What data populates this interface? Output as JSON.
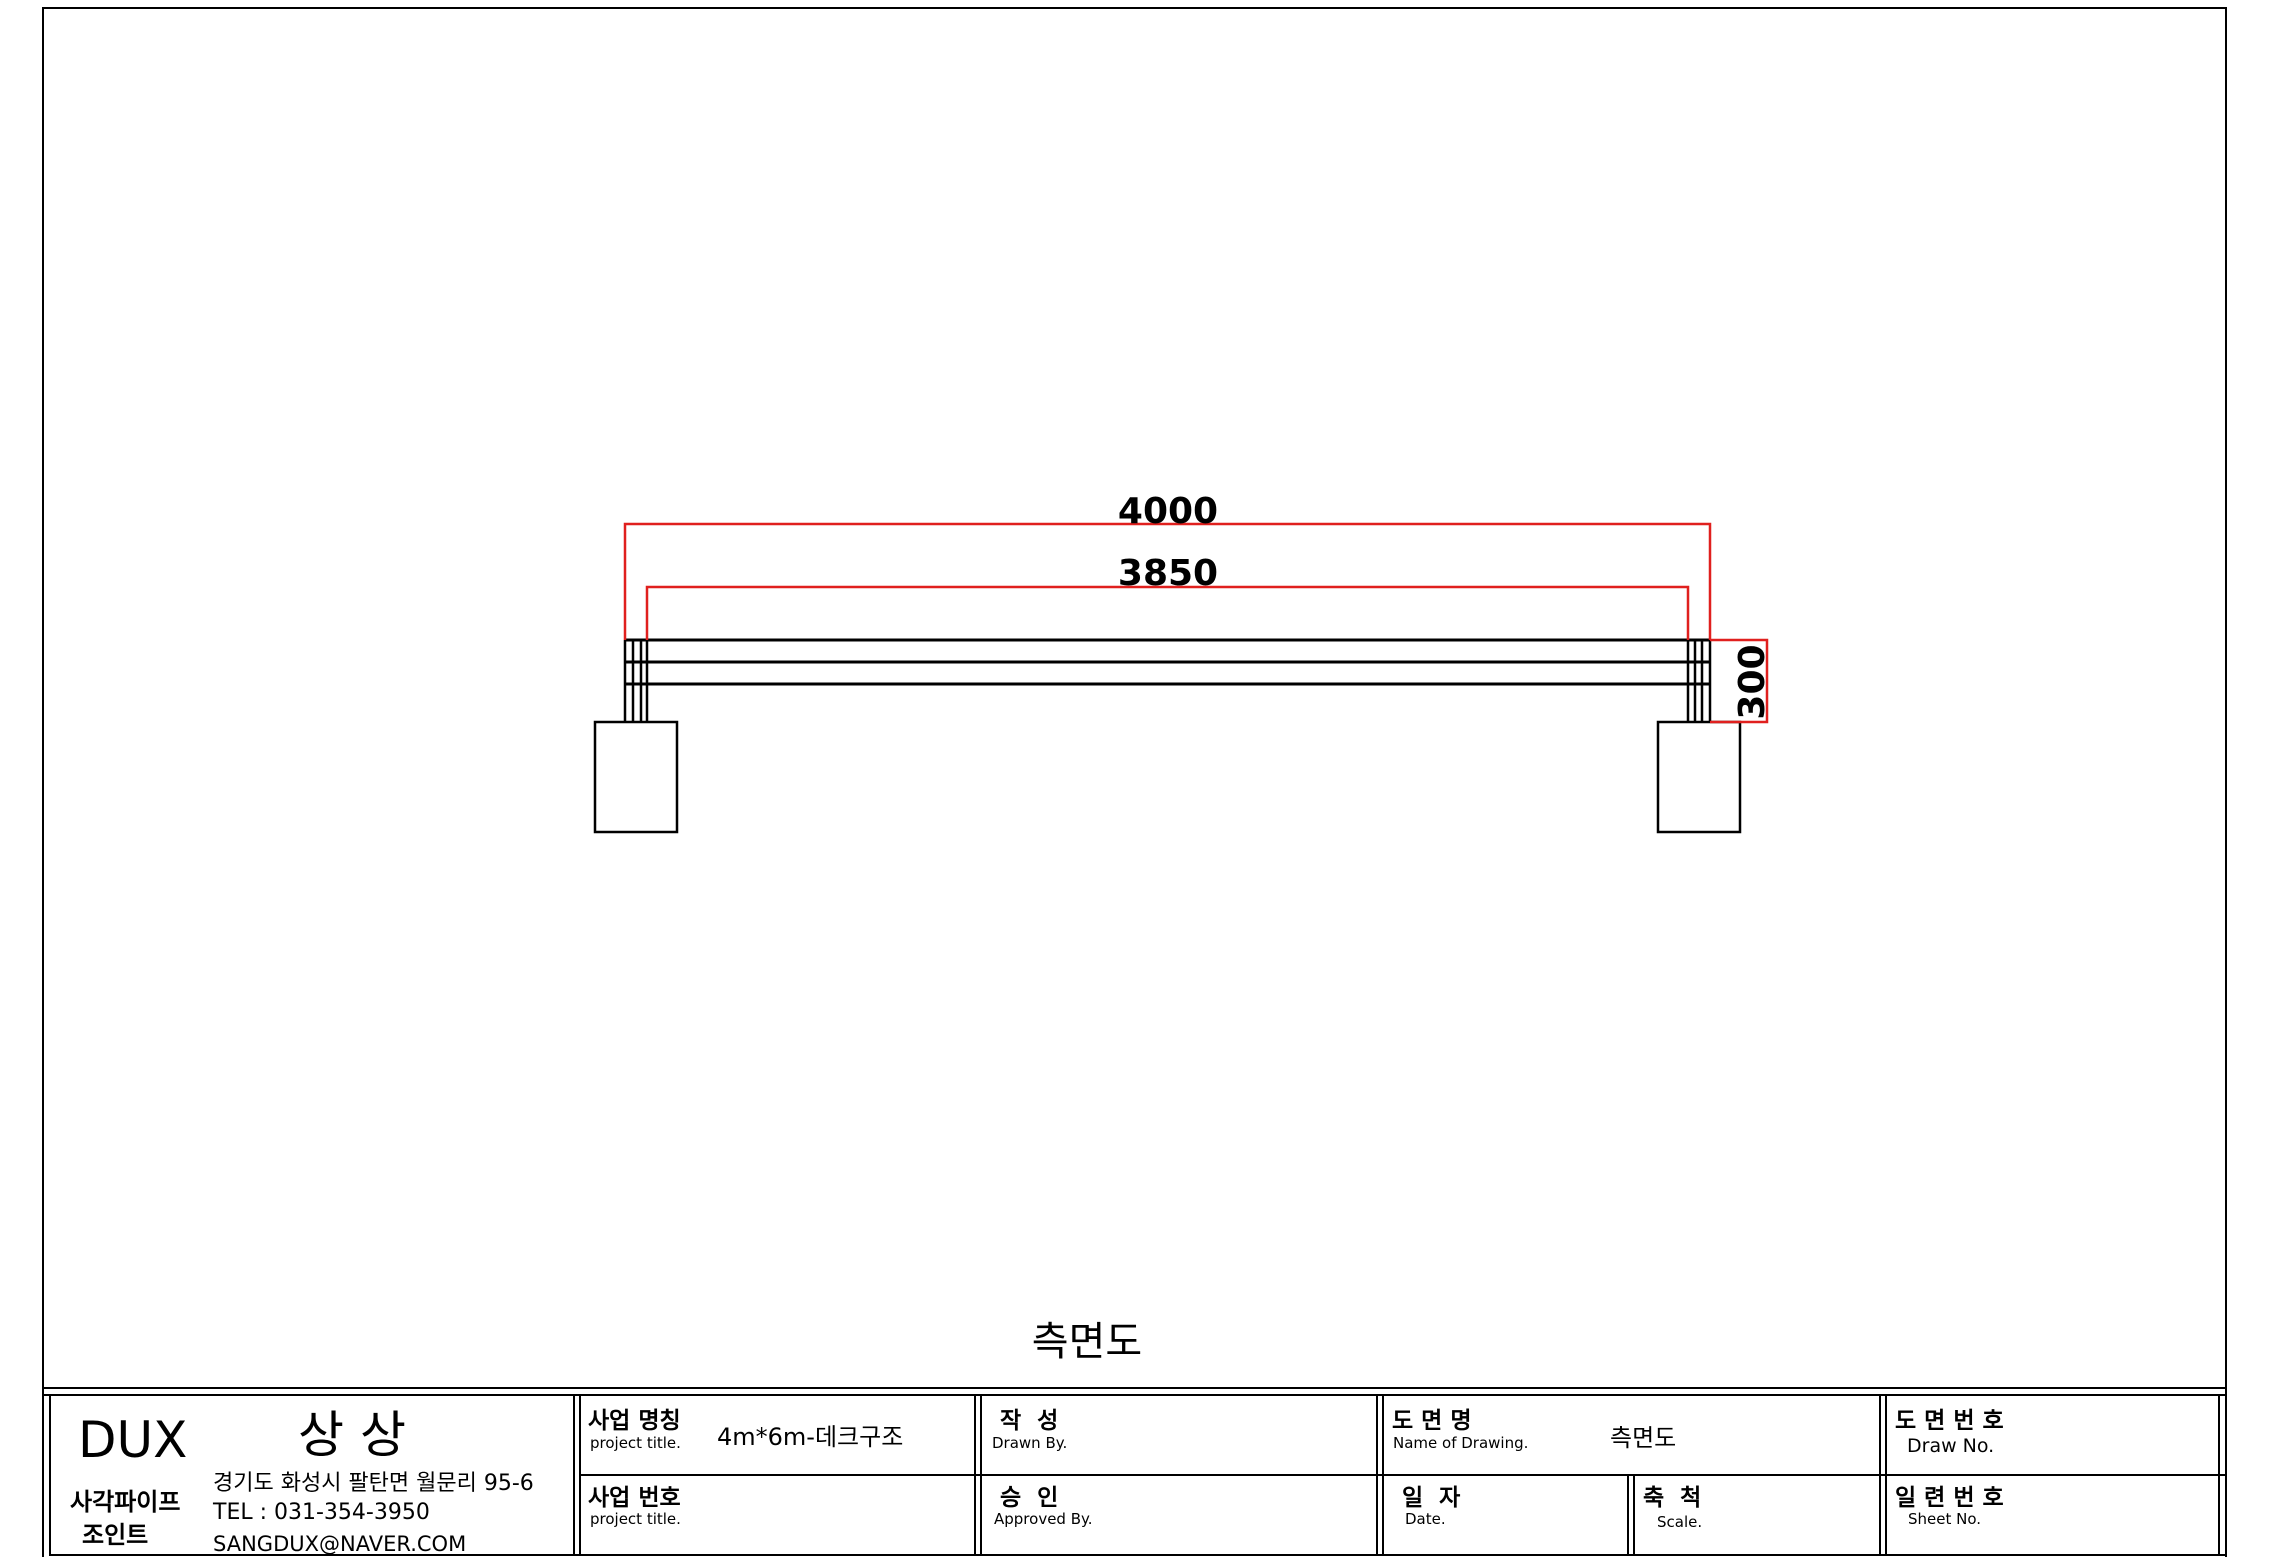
{
  "drawing": {
    "dimensions": {
      "overall_width": "4000",
      "inner_width": "3850",
      "height": "300"
    },
    "view_caption": "측면도"
  },
  "title_block": {
    "company": {
      "logo_text": "DUX",
      "brand_name": "상 상",
      "tagline_line1": "사각파이프",
      "tagline_line2": "조인트",
      "address": "경기도 화성시 팔탄면 월문리 95-6",
      "tel": "TEL : 031-354-3950",
      "email": "SANGDUX@NAVER.COM"
    },
    "project_name_label_kr": "사업 명칭",
    "project_name_label_en": "project title.",
    "project_name_value": "4m*6m-데크구조",
    "project_number_label_kr": "사업 번호",
    "project_number_label_en": "project title.",
    "drawn_by_label_kr": "작  성",
    "drawn_by_label_en": "Drawn By.",
    "approved_by_label_kr": "승  인",
    "approved_by_label_en": "Approved By.",
    "drawing_name_label_kr": "도 면 명",
    "drawing_name_label_en": "Name of Drawing.",
    "drawing_name_value": "측면도",
    "draw_no_label_kr": "도 면 번 호",
    "draw_no_label_en": "Draw No.",
    "date_label_kr": "일  자",
    "date_label_en": "Date.",
    "scale_label_kr": "축  척",
    "scale_label_en": "Scale.",
    "sheet_no_label_kr": "일 련 번 호",
    "sheet_no_label_en": "Sheet No."
  },
  "colors": {
    "dimension_line": "#e0201e",
    "line": "#000000"
  }
}
